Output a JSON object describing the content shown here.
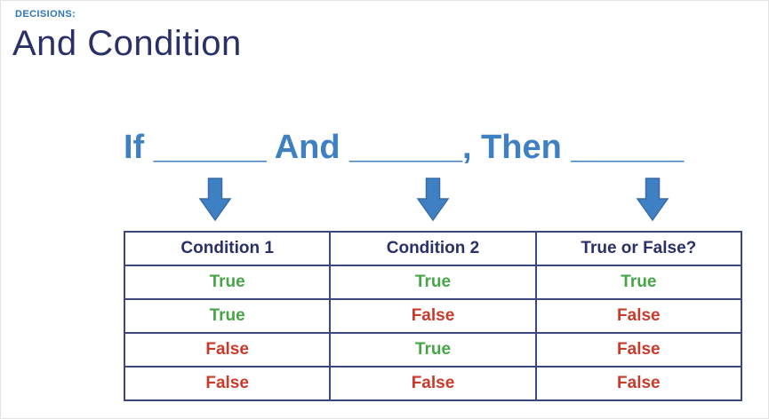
{
  "header": {
    "eyebrow": "DECISIONS:",
    "title": "And Condition"
  },
  "formula": {
    "text": "If ______ And ______, Then ______"
  },
  "icons": {
    "down_arrow": "down-arrow"
  },
  "table": {
    "headers": [
      "Condition 1",
      "Condition 2",
      "True or False?"
    ],
    "rows": [
      [
        "True",
        "True",
        "True"
      ],
      [
        "True",
        "False",
        "False"
      ],
      [
        "False",
        "True",
        "False"
      ],
      [
        "False",
        "False",
        "False"
      ]
    ]
  },
  "colors": {
    "eyebrow-color": "#2e75b6",
    "title-color": "#2a3068",
    "formula-color": "#3f80c4",
    "arrow-fill": "#3f80c4",
    "arrow-stroke": "#3a6ba3",
    "border-color": "#3e4680",
    "true-color": "#47a447",
    "false-color": "#c93a2b"
  }
}
